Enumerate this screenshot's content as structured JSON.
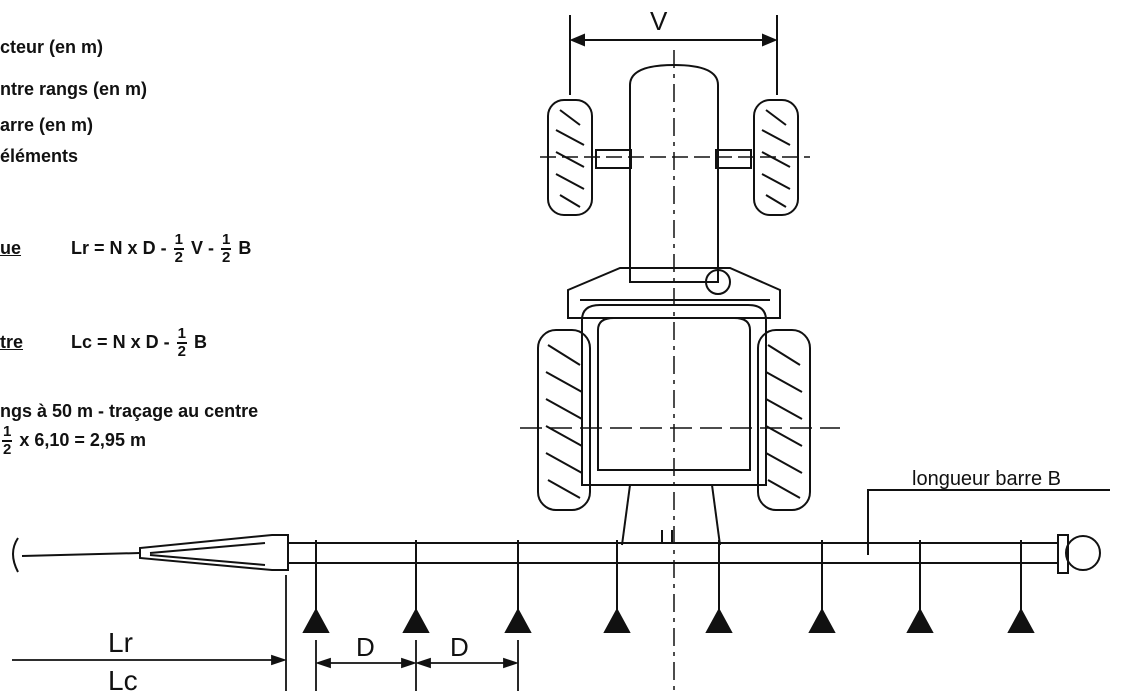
{
  "legend": {
    "line1": "cteur (en m)",
    "line2": "ntre rangs (en m)",
    "line3": "arre (en m)",
    "line4": "éléments"
  },
  "formula_lr": {
    "heading": "ue",
    "expr_a": "Lr = N x D -",
    "frac1_num": "1",
    "frac1_den": "2",
    "expr_b": "V -",
    "frac2_num": "1",
    "frac2_den": "2",
    "expr_c": "B"
  },
  "formula_lc": {
    "heading": "tre",
    "expr_a": "Lc = N x D -",
    "frac_num": "1",
    "frac_den": "2",
    "expr_b": "B"
  },
  "example": {
    "line1": "ngs à 50 m - traçage au centre",
    "frac_num": "1",
    "frac_den": "2",
    "line2": "x 6,10 = 2,95 m"
  },
  "diagram": {
    "label_v": "V",
    "label_boom": "longueur barre B",
    "label_d1": "D",
    "label_d2": "D",
    "label_lr": "Lr",
    "label_lc": "Lc"
  }
}
